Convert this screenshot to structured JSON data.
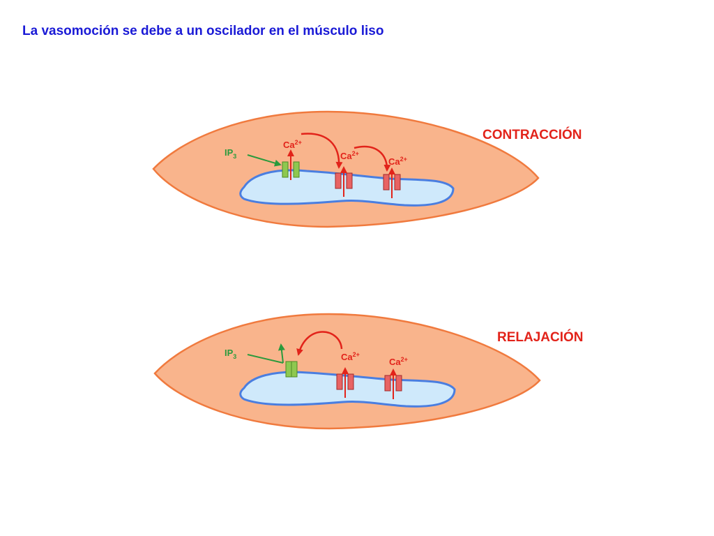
{
  "title": "La vasomoción se debe a un oscilador en el músculo liso",
  "colors": {
    "title": "#1a1ad6",
    "state_label": "#e2231a",
    "cell_fill": "#f9b48c",
    "cell_stroke": "#f07a3e",
    "reticulum_fill": "#cfe9fb",
    "reticulum_stroke": "#4a7ee0",
    "ip3_receptor": "#8ec850",
    "ryr_channel": "#e86363",
    "calcium": "#e2231a",
    "ip3": "#2a9a3c"
  },
  "panels": {
    "contraction": {
      "label": "CONTRACCIÓN",
      "ip3": {
        "base": "IP",
        "sub": "3"
      },
      "ca_labels": [
        {
          "base": "Ca",
          "sup": "2+"
        },
        {
          "base": "Ca",
          "sup": "2+"
        },
        {
          "base": "Ca",
          "sup": "2+"
        }
      ]
    },
    "relaxation": {
      "label": "RELAJACIÓN",
      "ip3": {
        "base": "IP",
        "sub": "3"
      },
      "ca_labels": [
        {
          "base": "Ca",
          "sup": "2+"
        },
        {
          "base": "Ca",
          "sup": "2+"
        }
      ]
    }
  }
}
